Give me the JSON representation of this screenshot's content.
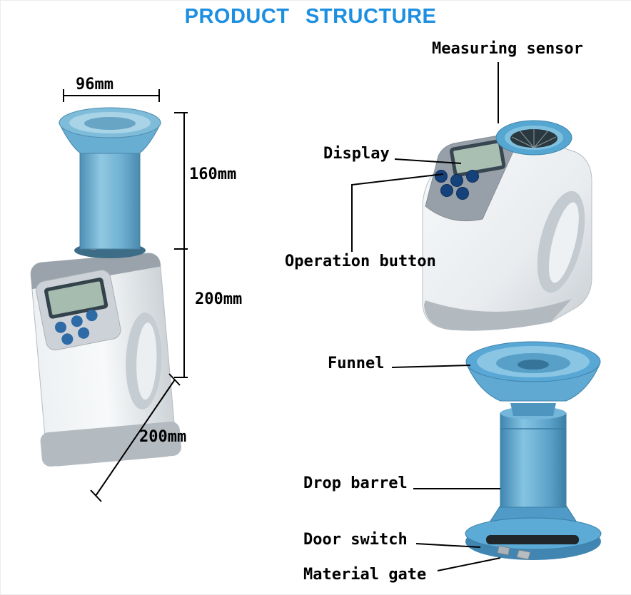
{
  "title": "PRODUCT STRUCTURE",
  "colors": {
    "title_blue": "#1d8fe1",
    "product_blue": "#5aa8d4",
    "body_gray": "#e8ebee",
    "annotation_line": "#000000"
  },
  "annotations": {
    "measuring_sensor": "Measuring sensor",
    "display": "Display",
    "operation_button": "Operation button",
    "funnel": "Funnel",
    "drop_barrel": "Drop barrel",
    "door_switch": "Door switch",
    "material_gate": "Material gate"
  },
  "dimensions": {
    "top_width": "96mm",
    "tube_height": "160mm",
    "body_height": "200mm",
    "base_depth": "200mm"
  }
}
